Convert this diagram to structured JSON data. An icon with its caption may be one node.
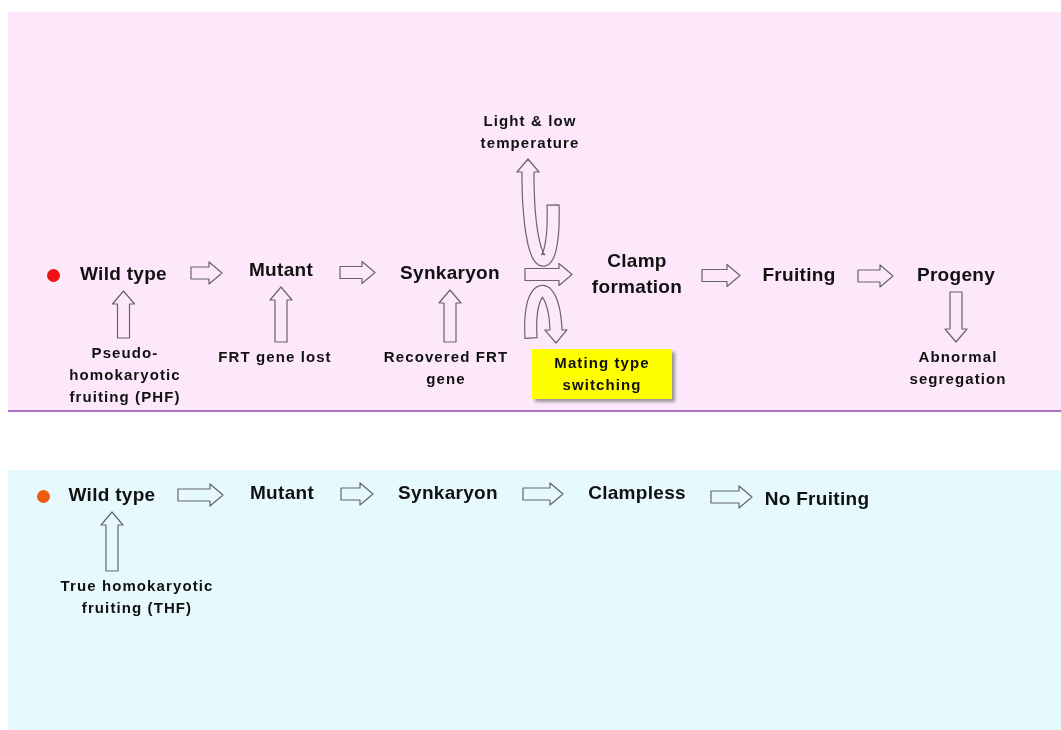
{
  "diagram": {
    "nodes": [
      {
        "text": [
          "Wild type"
        ]
      },
      {
        "text": [
          "Mutant"
        ]
      },
      {
        "text": [
          "Synkaryon"
        ]
      },
      {
        "text": [
          "Clamp formation"
        ]
      },
      {
        "text": [
          "Fruiting"
        ]
      },
      {
        "text": [
          "Progeny"
        ]
      },
      {
        "text": [
          "Pseudo- homokaryotic fruiting (PHF)"
        ]
      },
      {
        "text": [
          "FRT gene lost"
        ]
      },
      {
        "text": [
          "Recovered FRT gene"
        ]
      },
      {
        "text": [
          "Light & low temperature"
        ]
      },
      {
        "text": [
          "Mating type switching"
        ]
      },
      {
        "text": [
          "Abnormal segregation"
        ]
      },
      {
        "text": [
          "Wild type"
        ]
      },
      {
        "text": [
          "Mutant"
        ]
      },
      {
        "text": [
          "Synkaryon"
        ]
      },
      {
        "text": [
          "Clampless"
        ]
      },
      {
        "text": [
          "No Fruiting"
        ]
      },
      {
        "text": [
          "True homokaryotic fruiting (THF)"
        ]
      }
    ],
    "edges": [
      {
        "from": 0,
        "to": 1,
        "arrow": "to"
      },
      {
        "from": 1,
        "to": 2,
        "arrow": "to"
      },
      {
        "from": 2,
        "to": 3,
        "arrow": "to"
      },
      {
        "from": 3,
        "to": 4,
        "arrow": "to"
      },
      {
        "from": 4,
        "to": 5,
        "arrow": "to"
      },
      {
        "from": 6,
        "to": 0,
        "arrow": "to"
      },
      {
        "from": 7,
        "to": 1,
        "arrow": "to"
      },
      {
        "from": 8,
        "to": 2,
        "arrow": "to"
      },
      {
        "from": 5,
        "to": 11,
        "arrow": "to"
      },
      {
        "from": null,
        "to": 9,
        "arrow": "to"
      },
      {
        "from": null,
        "to": 10,
        "arrow": "to"
      },
      {
        "from": 12,
        "to": 13,
        "arrow": "to"
      },
      {
        "from": 13,
        "to": 14,
        "arrow": "to"
      },
      {
        "from": 14,
        "to": 15,
        "arrow": "to"
      },
      {
        "from": 15,
        "to": 16,
        "arrow": "to"
      },
      {
        "from": 17,
        "to": 12,
        "arrow": "to"
      }
    ]
  }
}
